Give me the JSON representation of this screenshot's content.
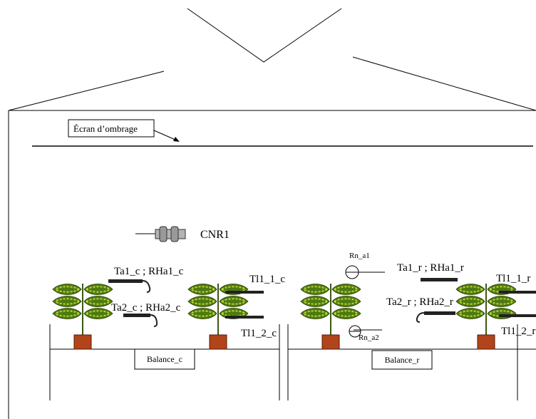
{
  "labels": {
    "shade_screen": "Écran d’ombrage",
    "cnr1": "CNR1",
    "ta1_c": "Ta1_c ; RHa1_c",
    "ta2_c": "Ta2_c ; RHa2_c",
    "tl1_1_c": "Tl1_1_c",
    "tl1_2_c": "Tl1_2_c",
    "balance_c": "Balance_c",
    "rn_a1": "Rn_a1",
    "rn_a2": "Rn_a2",
    "ta1_r": "Ta1_r ; RHa1_r",
    "ta2_r": "Ta2_r ; RHa2_r",
    "tl1_1_r": "Tl1_1_r",
    "tl1_2_r": "Tl1_2_r",
    "balance_r": "Balance_r"
  },
  "colors": {
    "line": "#000000",
    "sensor": "#222222",
    "leaf": "#4e7a10",
    "leaf_light": "#b9d33a",
    "stem": "#3a5a12",
    "pot": "#b1441a",
    "pot_border": "#5a1a06"
  }
}
